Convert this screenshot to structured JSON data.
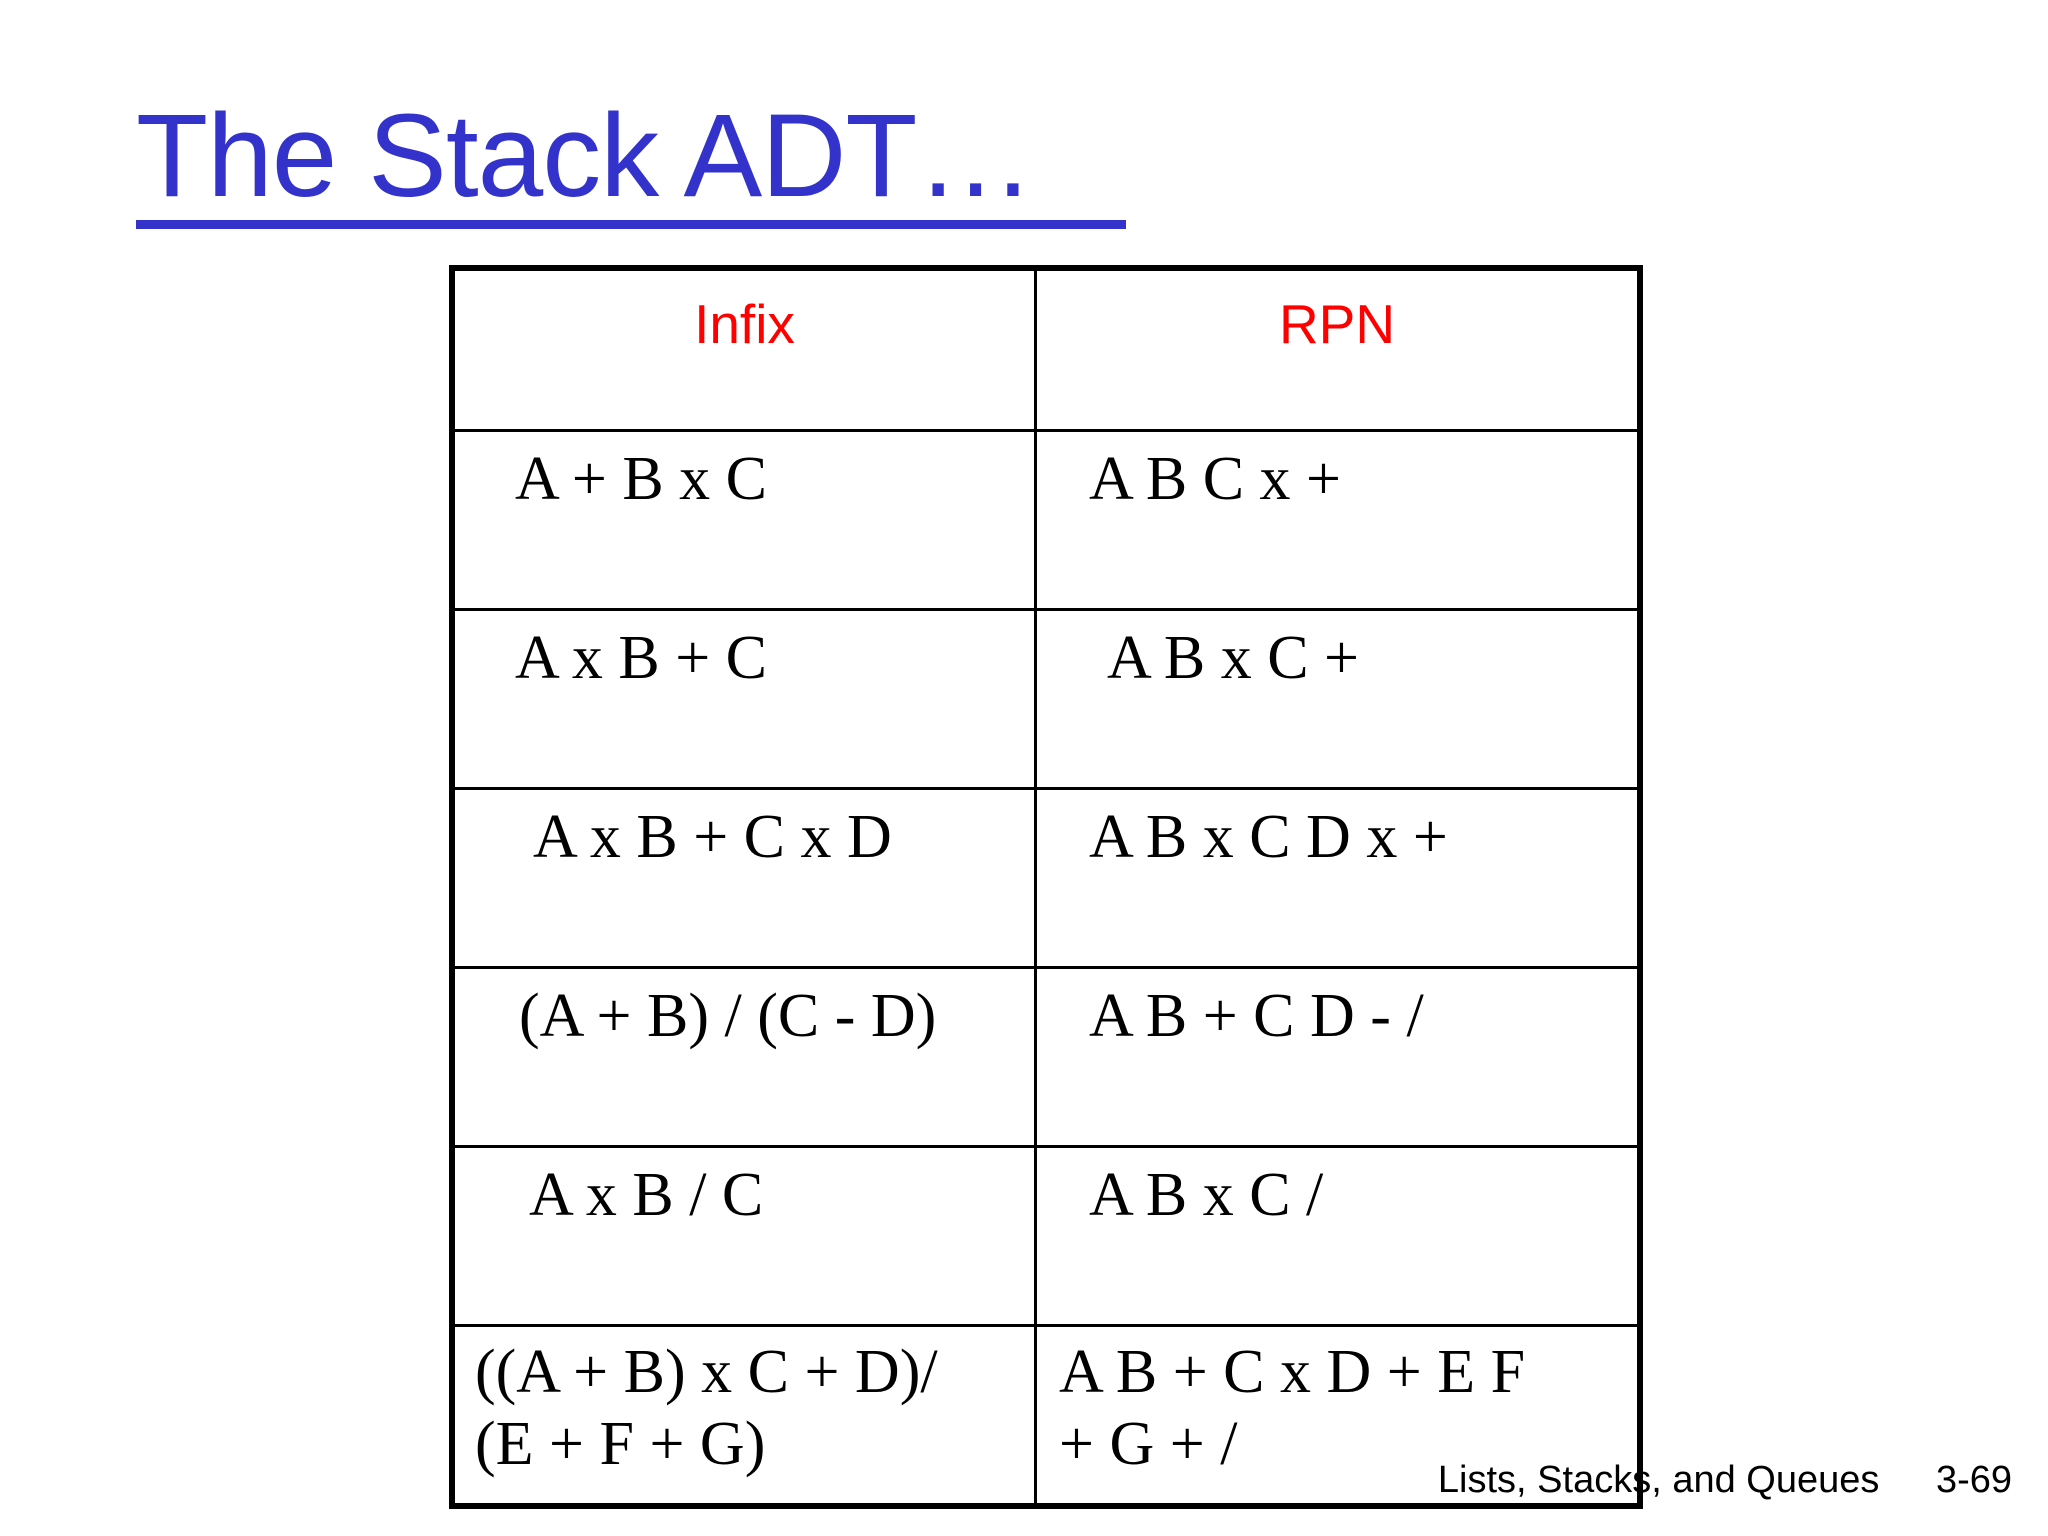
{
  "slide": {
    "title": "The Stack ADT…",
    "title_color": "#3333CC",
    "background_color": "#FFFFFF"
  },
  "table": {
    "header_color": "#FF0000",
    "border_color": "#000000",
    "columns": [
      {
        "key": "infix",
        "label": "Infix"
      },
      {
        "key": "rpn",
        "label": "RPN"
      }
    ],
    "rows": [
      {
        "infix": "A + B x C",
        "rpn": "A B C x +"
      },
      {
        "infix": "A x B + C",
        "rpn": "A B x C +"
      },
      {
        "infix": "A x B + C x D",
        "rpn": "A B x C D x +"
      },
      {
        "infix": "(A + B) / (C - D)",
        "rpn": "A B + C D - /"
      },
      {
        "infix": "A x B / C",
        "rpn": "A B x C /"
      },
      {
        "infix": "((A + B) x C + D)/\n(E + F + G)",
        "rpn": "A B + C x D + E F\n+ G + /"
      }
    ]
  },
  "footer": {
    "chapter": "Lists, Stacks, and Queues",
    "page": "3-69"
  }
}
